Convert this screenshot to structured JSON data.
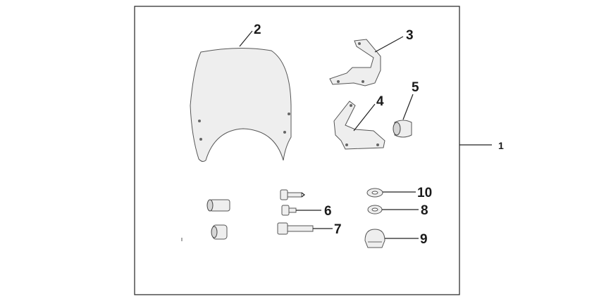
{
  "callouts": {
    "kit": "1",
    "windscreen": "2",
    "upper_stay": "3",
    "lower_stay": "4",
    "grommet": "5",
    "collar_bolt": "6",
    "long_bolt": "7",
    "small_washer": "8",
    "cap_nut": "9",
    "washer": "10"
  },
  "colors": {
    "outline": "#555555",
    "part_fill": "#eeeeee",
    "text": "#1a1a1a"
  }
}
